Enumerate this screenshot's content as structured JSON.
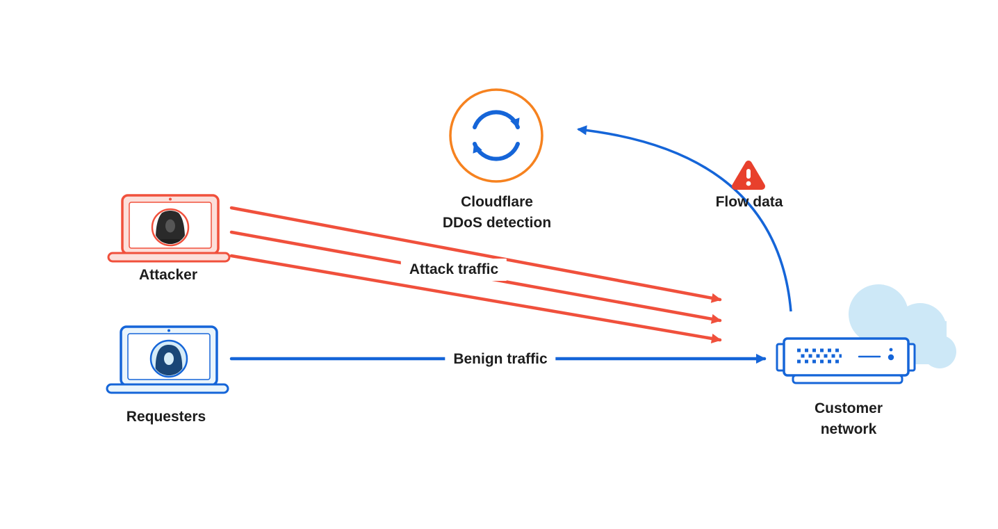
{
  "nodes": {
    "attacker": {
      "label": "Attacker"
    },
    "requesters": {
      "label": "Requesters"
    },
    "cloudflare": {
      "line1": "Cloudflare",
      "line2": "DDoS detection"
    },
    "flow_data": {
      "label": "Flow data"
    },
    "customer_network": {
      "line1": "Customer",
      "line2": "network"
    }
  },
  "edges": {
    "attack_traffic": {
      "label": "Attack traffic"
    },
    "benign_traffic": {
      "label": "Benign traffic"
    }
  },
  "icons": {
    "cloudflare_node": "sync-cycle-icon",
    "flow_data_node": "warning-triangle-icon",
    "attacker_node": "laptop-hacker-icon",
    "requesters_node": "laptop-person-icon",
    "customer_node": "server-with-cloud-icon"
  },
  "colors": {
    "attack_red": "#f0503c",
    "attack_red_light": "#fcdfda",
    "alert_red": "#e8402c",
    "benign_blue": "#1565d8",
    "navy": "#1a4677",
    "light_blue": "#d6ecf8",
    "cloud_blue": "#cde8f7",
    "orange": "#f6821f",
    "text": "#1d1d1d",
    "background": "#ffffff"
  }
}
